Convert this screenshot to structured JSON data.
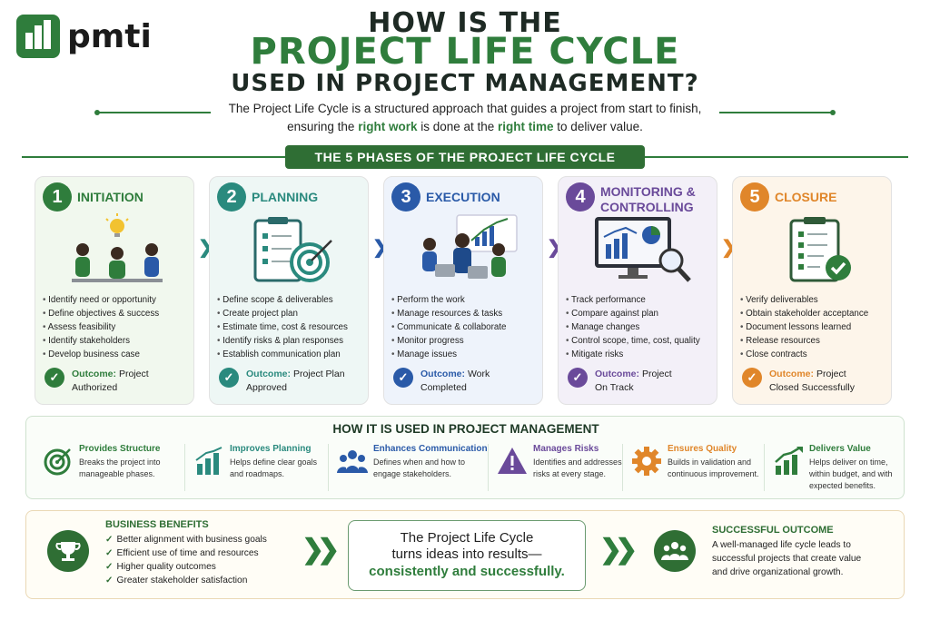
{
  "logo": {
    "text": "pmti"
  },
  "title": {
    "line1": "HOW IS THE",
    "line2": "PROJECT LIFE CYCLE",
    "line3": "USED IN PROJECT MANAGEMENT?"
  },
  "intro": {
    "part1": "The Project Life Cycle is a structured approach that guides a project from start to finish, ensuring the ",
    "em1": "right work",
    "part2": " is done at the ",
    "em2": "right time",
    "part3": " to deliver value."
  },
  "banner": "THE 5 PHASES OF THE PROJECT LIFE CYCLE",
  "phases": [
    {
      "num": "1",
      "title": "INITIATION",
      "color": "#2f7d3c",
      "bg": "#f1f8ee",
      "items": [
        "Identify need or opportunity",
        "Define objectives & success",
        "Assess feasibility",
        "Identify stakeholders",
        "Develop business case"
      ],
      "outcome_label": "Outcome:",
      "outcome_a": "Project",
      "outcome_b": "Authorized"
    },
    {
      "num": "2",
      "title": "PLANNING",
      "color": "#2a8a7e",
      "bg": "#eef7f5",
      "items": [
        "Define scope & deliverables",
        "Create project plan",
        "Estimate time, cost & resources",
        "Identify risks & plan responses",
        "Establish communication plan"
      ],
      "outcome_label": "Outcome:",
      "outcome_a": "Project Plan",
      "outcome_b": "Approved"
    },
    {
      "num": "3",
      "title": "EXECUTION",
      "color": "#2a5aa8",
      "bg": "#eef3fb",
      "items": [
        "Perform the work",
        "Manage resources & tasks",
        "Communicate & collaborate",
        "Monitor progress",
        "Manage issues"
      ],
      "outcome_label": "Outcome:",
      "outcome_a": "Work",
      "outcome_b": "Completed"
    },
    {
      "num": "4",
      "title": "MONITORING & CONTROLLING",
      "color": "#6a4a9a",
      "bg": "#f3f0f8",
      "items": [
        "Track performance",
        "Compare against plan",
        "Manage changes",
        "Control scope, time, cost, quality",
        "Mitigate risks"
      ],
      "outcome_label": "Outcome:",
      "outcome_a": "Project",
      "outcome_b": "On Track"
    },
    {
      "num": "5",
      "title": "CLOSURE",
      "color": "#e0862a",
      "bg": "#fdf5ea",
      "items": [
        "Verify deliverables",
        "Obtain stakeholder acceptance",
        "Document lessons learned",
        "Release resources",
        "Close contracts"
      ],
      "outcome_label": "Outcome:",
      "outcome_a": "Project",
      "outcome_b": "Closed Successfully"
    }
  ],
  "usage": {
    "title": "HOW IT IS USED IN PROJECT MANAGEMENT",
    "items": [
      {
        "title": "Provides Structure",
        "desc": "Breaks the project into manageable phases.",
        "color": "#2f7d3c",
        "icon": "target-icon"
      },
      {
        "title": "Improves Planning",
        "desc": "Helps define clear goals and roadmaps.",
        "color": "#2a8a7e",
        "icon": "bar-chart-icon"
      },
      {
        "title": "Enhances Communication",
        "desc": "Defines when and how to engage stakeholders.",
        "color": "#2a5aa8",
        "icon": "people-icon"
      },
      {
        "title": "Manages Risks",
        "desc": "Identifies and addresses risks at every stage.",
        "color": "#6a4a9a",
        "icon": "warning-icon"
      },
      {
        "title": "Ensures Quality",
        "desc": "Builds in validation and continuous improvement.",
        "color": "#e0862a",
        "icon": "gear-icon"
      },
      {
        "title": "Delivers Value",
        "desc": "Helps deliver on time, within budget, and with expected benefits.",
        "color": "#2f7d3c",
        "icon": "growth-chart-icon"
      }
    ]
  },
  "benefits": {
    "title": "BUSINESS BENEFITS",
    "items": [
      "Better alignment with business goals",
      "Efficient use of time and resources",
      "Higher quality outcomes",
      "Greater stakeholder satisfaction"
    ]
  },
  "center": {
    "line1": "The Project Life Cycle",
    "line2": "turns ideas into results—",
    "line3": "consistently and successfully."
  },
  "outcome": {
    "title": "SUCCESSFUL OUTCOME",
    "desc": "A well-managed life cycle leads to successful projects that create value and drive organizational growth."
  }
}
